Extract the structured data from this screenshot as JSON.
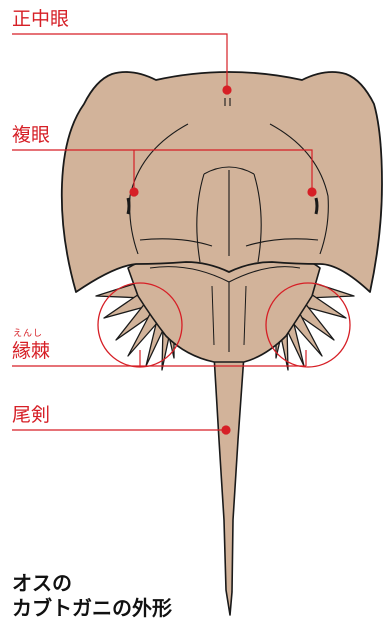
{
  "labels": {
    "median_eye": "正中眼",
    "compound_eye": "複眼",
    "spines_reading": "えんし",
    "spines": "縁棘",
    "telson": "尾剣"
  },
  "caption": {
    "line1": "オスの",
    "line2": "カブトガニの外形"
  },
  "colors": {
    "shell": "#d2b39a",
    "outline": "#1a1a1a",
    "accent": "#d61f26"
  }
}
